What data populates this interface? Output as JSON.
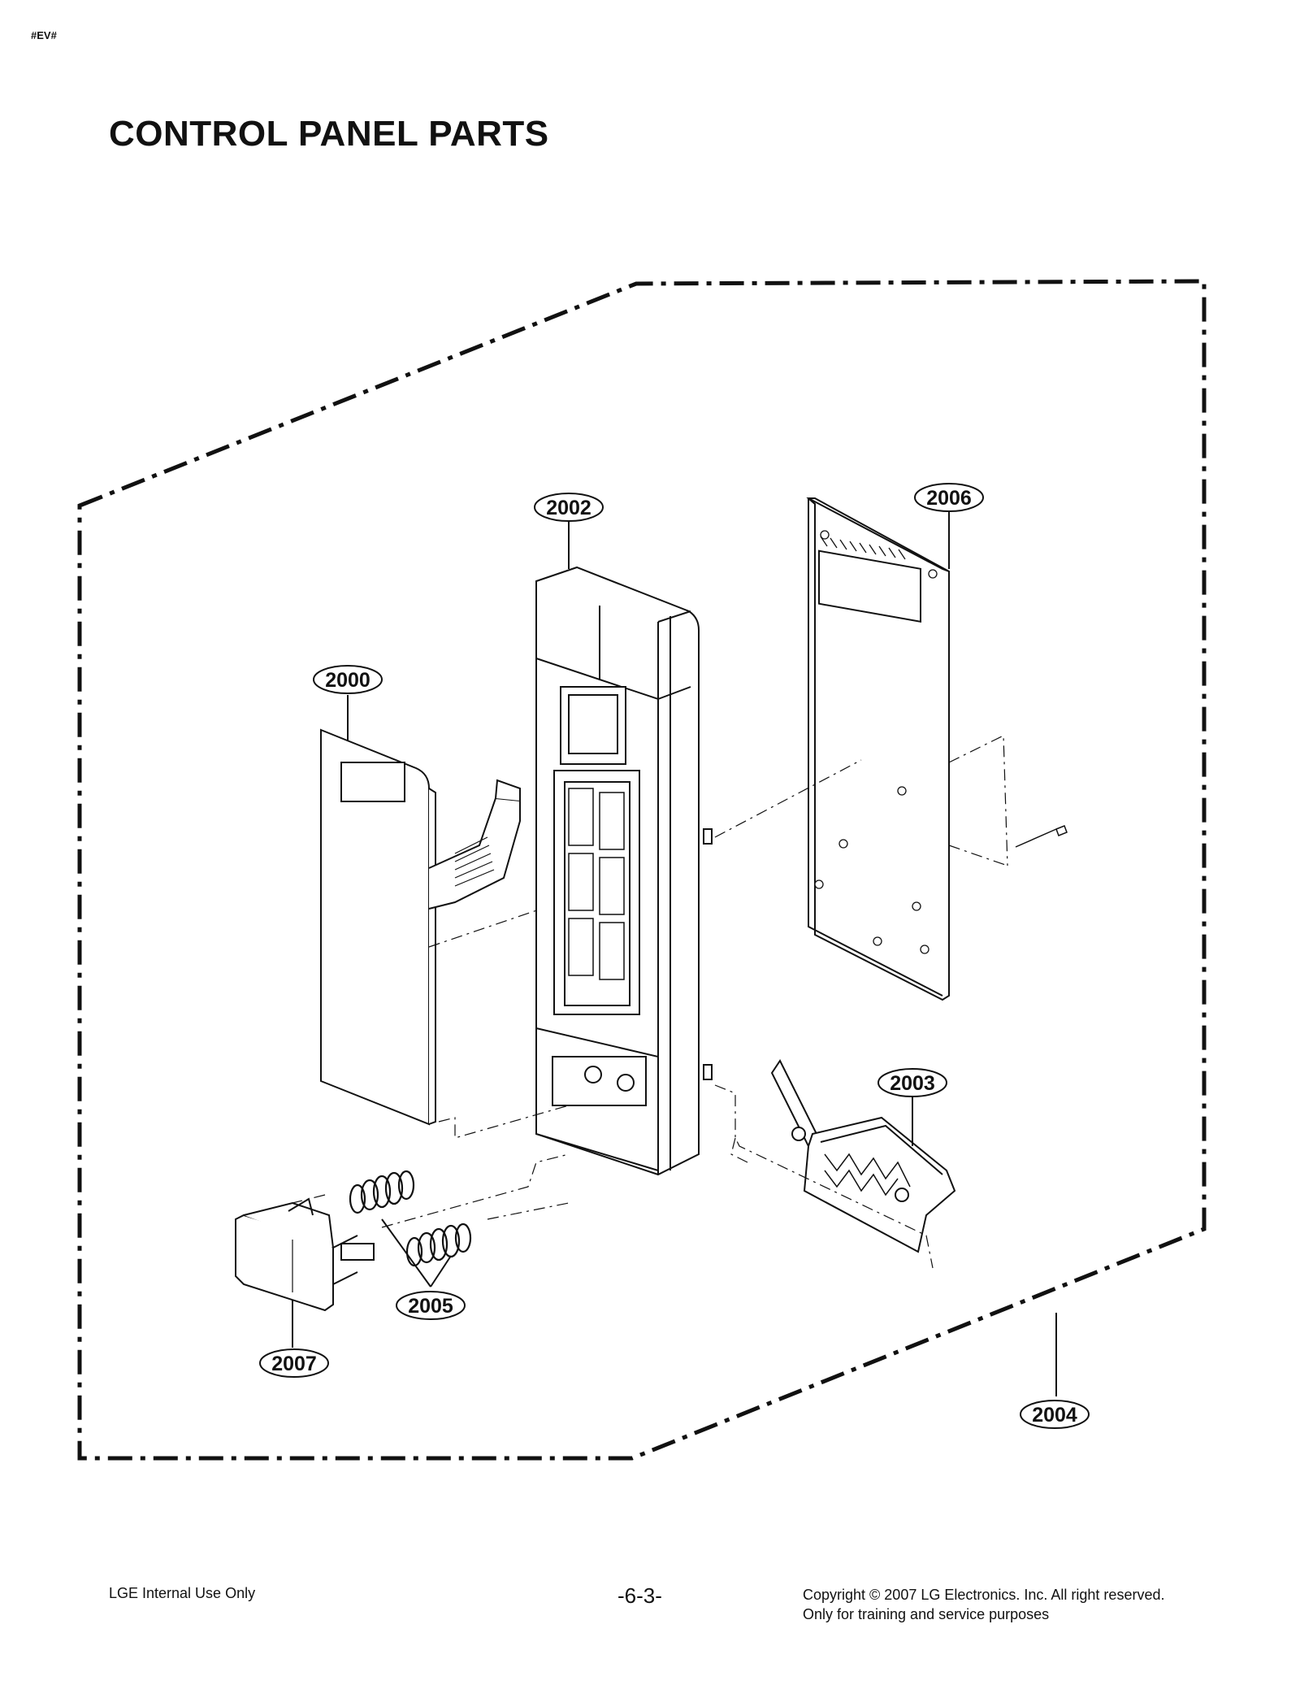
{
  "page": {
    "tag": "#EV#",
    "title": "CONTROL PANEL PARTS"
  },
  "callouts": {
    "c2000": "2000",
    "c2002": "2002",
    "c2003": "2003",
    "c2004": "2004",
    "c2005": "2005",
    "c2006": "2006",
    "c2007": "2007"
  },
  "footer": {
    "left": "LGE Internal Use Only",
    "page_number": "-6-3-",
    "copyright_line1": "Copyright © 2007 LG Electronics. Inc. All right reserved.",
    "copyright_line2": "Only for training and service purposes"
  }
}
